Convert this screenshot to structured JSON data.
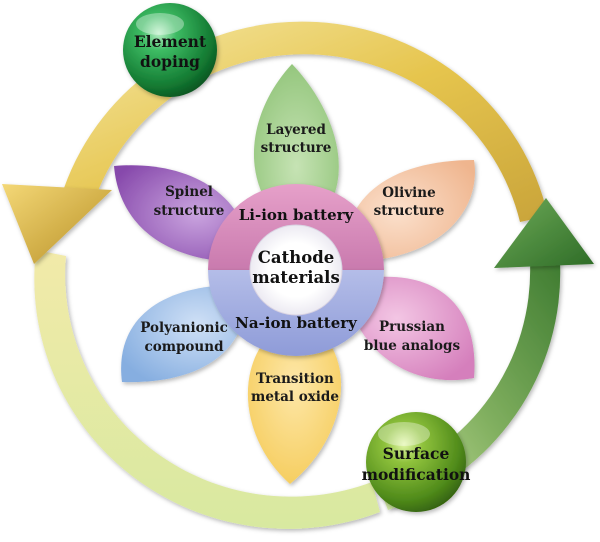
{
  "petals": {
    "layered": [
      "Layered",
      "structure"
    ],
    "olivine": [
      "Olivine",
      "structure"
    ],
    "prussian": [
      "Prussian",
      "blue analogs"
    ],
    "transition": [
      "Transition",
      "metal oxide"
    ],
    "polyanionic": [
      "Polyanionic",
      "compound"
    ],
    "spinel": [
      "Spinel",
      "structure"
    ]
  },
  "ring": {
    "top": "Li-ion battery",
    "bottom": "Na-ion battery"
  },
  "center": [
    "Cathode",
    "materials"
  ],
  "spheres": {
    "element_doping": [
      "Element",
      "doping"
    ],
    "surface_modification": [
      "Surface",
      "modification"
    ]
  },
  "colors": {
    "layered": "#9ccb86",
    "olivine": "#f3c4a2",
    "prussian": "#dd93c7",
    "transition": "#f8d77a",
    "polyanionic": "#99bde6",
    "spinel": "#9a5fba",
    "li_ring": "#d786b3",
    "na_ring": "#a3aee0",
    "arrow_gold": "#e5c24d",
    "arrow_green": "#4c8a3c",
    "sphere_top": "#1f9a45",
    "sphere_bottom": "#5c9a25"
  }
}
